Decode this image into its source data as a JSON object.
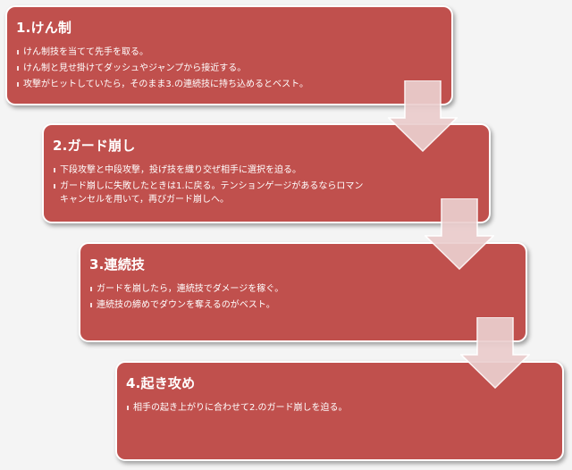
{
  "steps": [
    {
      "title": "1.けん制",
      "bullets": [
        "けん制技を当てて先手を取る。",
        "けん制と見せ掛けてダッシュやジャンプから接近する。",
        "攻撃がヒットしていたら，そのまま3.の連続技に持ち込めるとベスト。"
      ]
    },
    {
      "title": "2.ガード崩し",
      "bullets": [
        "下段攻撃と中段攻撃，投げ技を織り交ぜ相手に選択を迫る。",
        "ガード崩しに失敗したときは1.に戻る。テンションゲージがあるならロマン\nキャンセルを用いて，再びガード崩しへ。"
      ]
    },
    {
      "title": "3.連続技",
      "bullets": [
        "ガードを崩したら，連続技でダメージを稼ぐ。",
        "連続技の締めでダウンを奪えるのがベスト。"
      ]
    },
    {
      "title": "4.起き攻め",
      "bullets": [
        "相手の起き上がりに合わせて2.のガード崩しを迫る。"
      ]
    }
  ],
  "colors": {
    "card": "#c0504d",
    "arrow_fill": "#ebcfcf",
    "arrow_stroke": "#ffffff"
  }
}
